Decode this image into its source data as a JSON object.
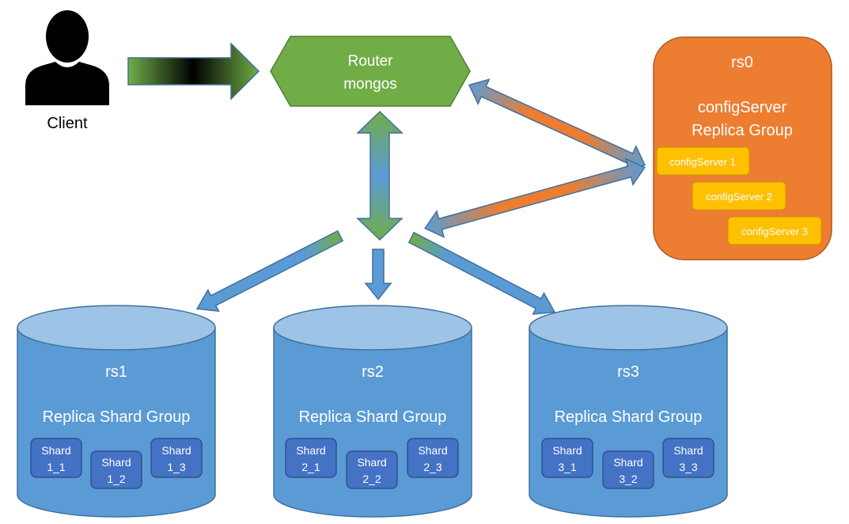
{
  "client": {
    "label": "Client"
  },
  "router": {
    "line1": "Router",
    "line2": "mongos"
  },
  "config": {
    "name": "rs0",
    "title1": "configServer",
    "title2": "Replica Group",
    "servers": [
      "configServer 1",
      "configServer 2",
      "configServer 3"
    ]
  },
  "shard_groups": [
    {
      "name": "rs1",
      "title": "Replica Shard Group",
      "shards": [
        [
          "Shard",
          "1_1"
        ],
        [
          "Shard",
          "1_2"
        ],
        [
          "Shard",
          "1_3"
        ]
      ]
    },
    {
      "name": "rs2",
      "title": "Replica Shard Group",
      "shards": [
        [
          "Shard",
          "2_1"
        ],
        [
          "Shard",
          "2_2"
        ],
        [
          "Shard",
          "2_3"
        ]
      ]
    },
    {
      "name": "rs3",
      "title": "Replica Shard Group",
      "shards": [
        [
          "Shard",
          "3_1"
        ],
        [
          "Shard",
          "3_2"
        ],
        [
          "Shard",
          "3_3"
        ]
      ]
    }
  ],
  "colors": {
    "router_fill": "#70ad47",
    "router_stroke": "#507e32",
    "config_fill": "#ed7d31",
    "config_stroke": "#ae5a21",
    "config_server_fill": "#ffc000",
    "cylinder_fill": "#5b9bd5",
    "cylinder_top": "#9dc3e6",
    "cylinder_stroke": "#41719c",
    "shard_fill": "#4472c4",
    "shard_stroke": "#2f528f",
    "arrow_blue": "#5b9bd5",
    "arrow_green": "#70ad47",
    "arrow_orange": "#ed7d31"
  }
}
